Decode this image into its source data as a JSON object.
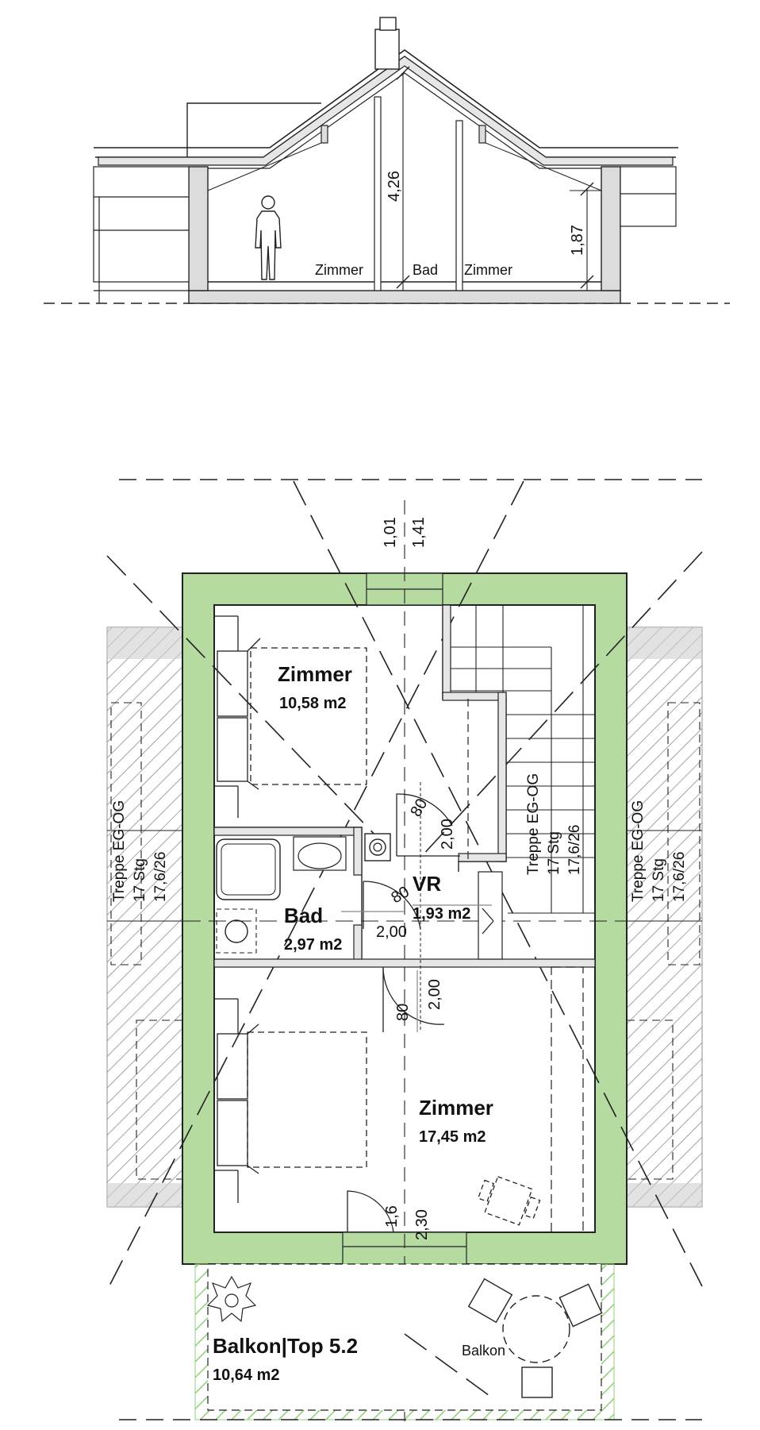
{
  "section": {
    "labels": {
      "room_left": "Zimmer",
      "bath": "Bad",
      "room_right": "Zimmer"
    },
    "dimensions": {
      "ridge_height": "4,26",
      "knee_wall": "1,87"
    }
  },
  "plan": {
    "roof_dims": {
      "left": "1,01",
      "right": "1,41"
    },
    "rooms": {
      "bedroom_top": {
        "name": "Zimmer",
        "area": "10,58 m2"
      },
      "bath": {
        "name": "Bad",
        "area": "2,97 m2"
      },
      "vr": {
        "name": "VR",
        "area": "1,93 m2"
      },
      "bedroom_bottom": {
        "name": "Zimmer",
        "area": "17,45 m2"
      },
      "balcony": {
        "name": "Balkon|Top 5.2",
        "area": "10,64 m2",
        "label": "Balkon"
      }
    },
    "doors": {
      "vr_top_width": "80",
      "vr_top_height": "2,00",
      "bath_width": "80",
      "bath_height": "2,00",
      "room_width": "80",
      "room_height": "2,00",
      "window_width": "1,6",
      "window_height": "2,30"
    },
    "stairs": {
      "center": {
        "title": "Treppe EG-OG",
        "steps": "17 Stg",
        "ratio": "17,6/26"
      },
      "left": {
        "title": "Treppe EG-OG",
        "steps": "17 Stg",
        "ratio": "17,6/26"
      },
      "right": {
        "title": "Treppe EG-OG",
        "steps": "17 Stg",
        "ratio": "17,6/26"
      }
    }
  },
  "colors": {
    "wall_fill": "#b5dba0",
    "wall_stroke": "#222222",
    "hatch": "#8c8c8c",
    "balcony_hatch": "#8fcf78"
  }
}
